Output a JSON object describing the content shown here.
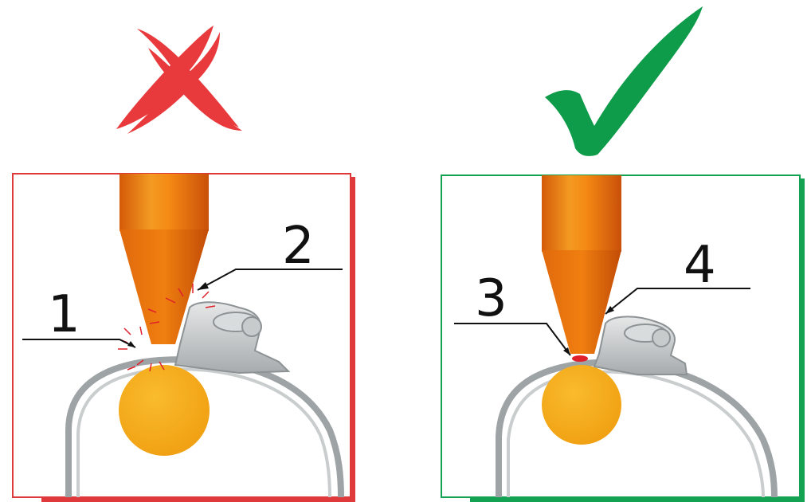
{
  "panels": [
    {
      "verdict": "incorrect",
      "mark_icon": "cross-mark-icon",
      "mark_color": "#e83a3c",
      "frame_color": "#e0393b",
      "callouts": [
        "1",
        "2"
      ],
      "contact_indicator": "sparks"
    },
    {
      "verdict": "correct",
      "mark_icon": "check-mark-icon",
      "mark_color": "#0e9b4a",
      "frame_color": "#13a152",
      "callouts": [
        "3",
        "4"
      ],
      "contact_indicator": "dot"
    }
  ],
  "colors": {
    "tip_orange": "#f07f10",
    "pad_yellow": "#f6ad1e",
    "metal_gray": "#bfc3c4",
    "contact_red": "#e0202a"
  }
}
